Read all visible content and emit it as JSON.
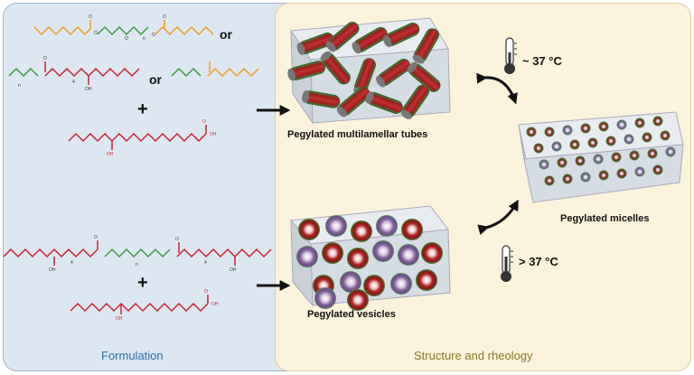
{
  "left_panel": {
    "title": "Formulation",
    "connectors": [
      "or",
      "or",
      "+",
      "+"
    ],
    "colors": {
      "background": "#dde7f2",
      "title": "#2a6fa8",
      "chain_red": "#cc2233",
      "chain_orange": "#f09a1c",
      "chain_green": "#3a9a3a"
    }
  },
  "right_panel": {
    "title": "Structure and rheology",
    "colors": {
      "background": "#fbf3dc",
      "title": "#8a7a20"
    }
  },
  "structures": {
    "tubes_label": "Pegylated multilamellar tubes",
    "vesicles_label": "Pegylated vesicles",
    "micelles_label": "Pegylated micelles"
  },
  "conditions": {
    "approx_temp": "~ 37 °C",
    "below_temp": "> 37 °C"
  }
}
